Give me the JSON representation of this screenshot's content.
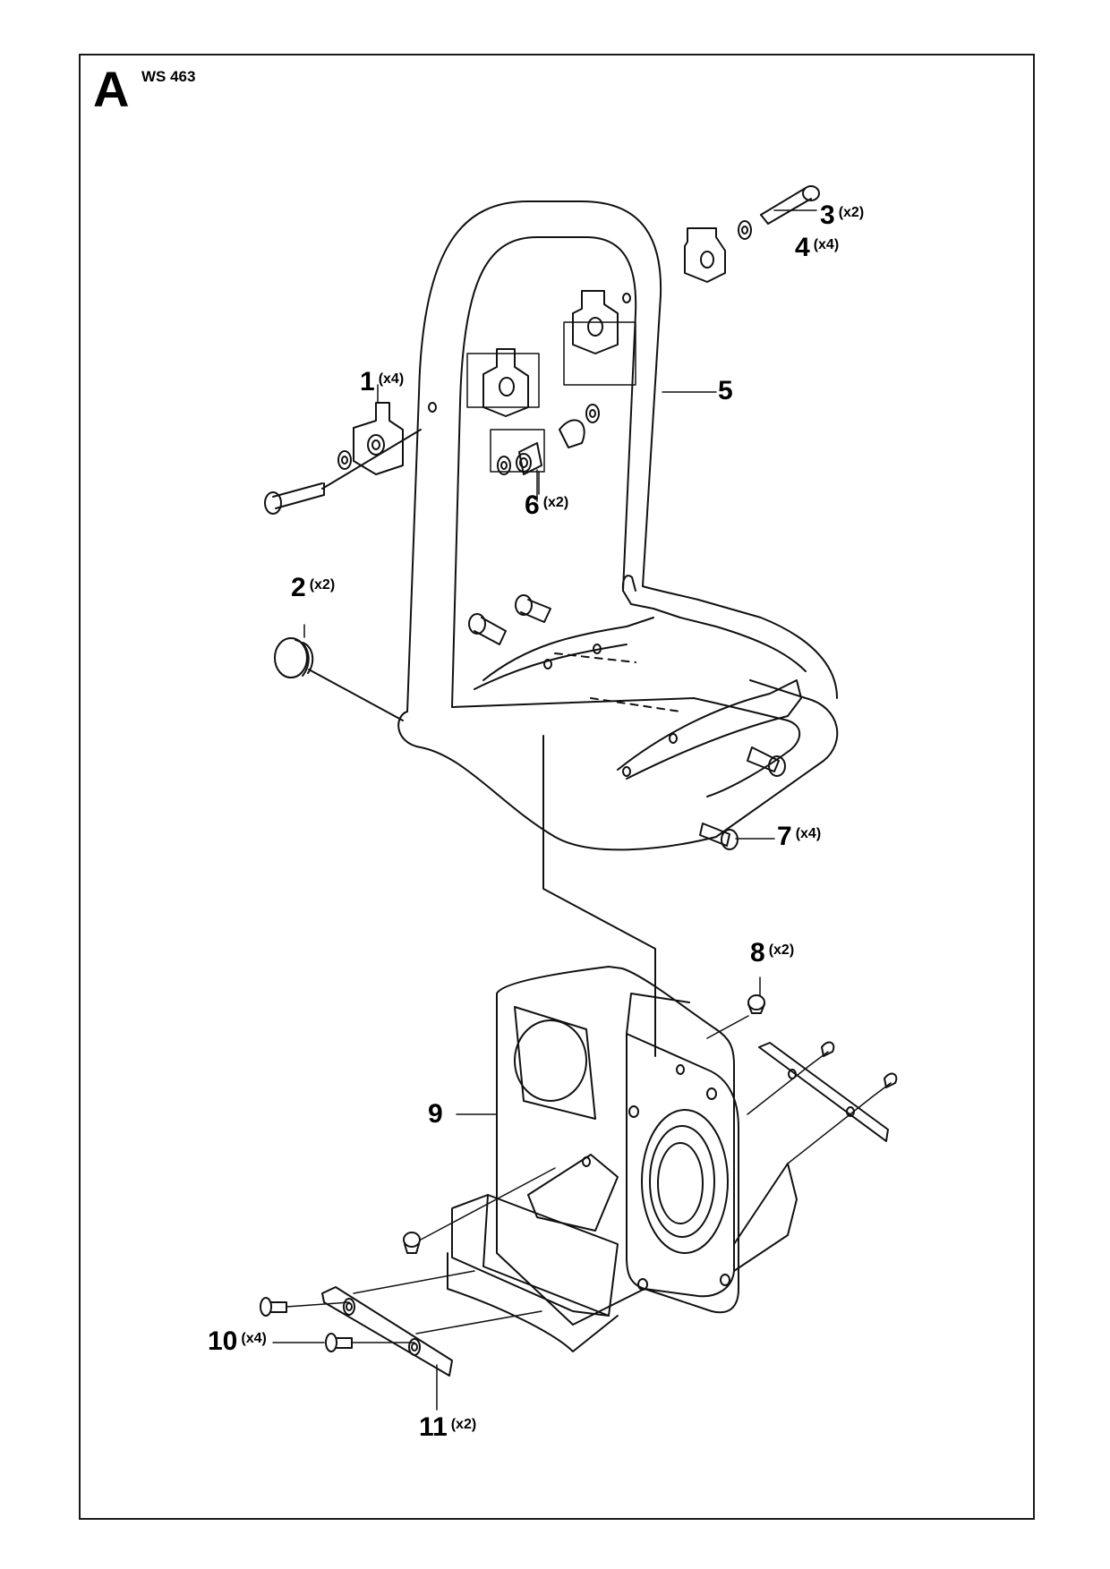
{
  "header": {
    "section": "A",
    "model": "WS 463"
  },
  "callouts": [
    {
      "number": "1",
      "qty": "(x4)"
    },
    {
      "number": "2",
      "qty": "(x2)"
    },
    {
      "number": "3",
      "qty": "(x2)"
    },
    {
      "number": "4",
      "qty": "(x4)"
    },
    {
      "number": "5",
      "qty": ""
    },
    {
      "number": "6",
      "qty": "(x2)"
    },
    {
      "number": "7",
      "qty": "(x4)"
    },
    {
      "number": "8",
      "qty": "(x2)"
    },
    {
      "number": "9",
      "qty": ""
    },
    {
      "number": "10",
      "qty": "(x4)"
    },
    {
      "number": "11",
      "qty": "(x2)"
    }
  ]
}
